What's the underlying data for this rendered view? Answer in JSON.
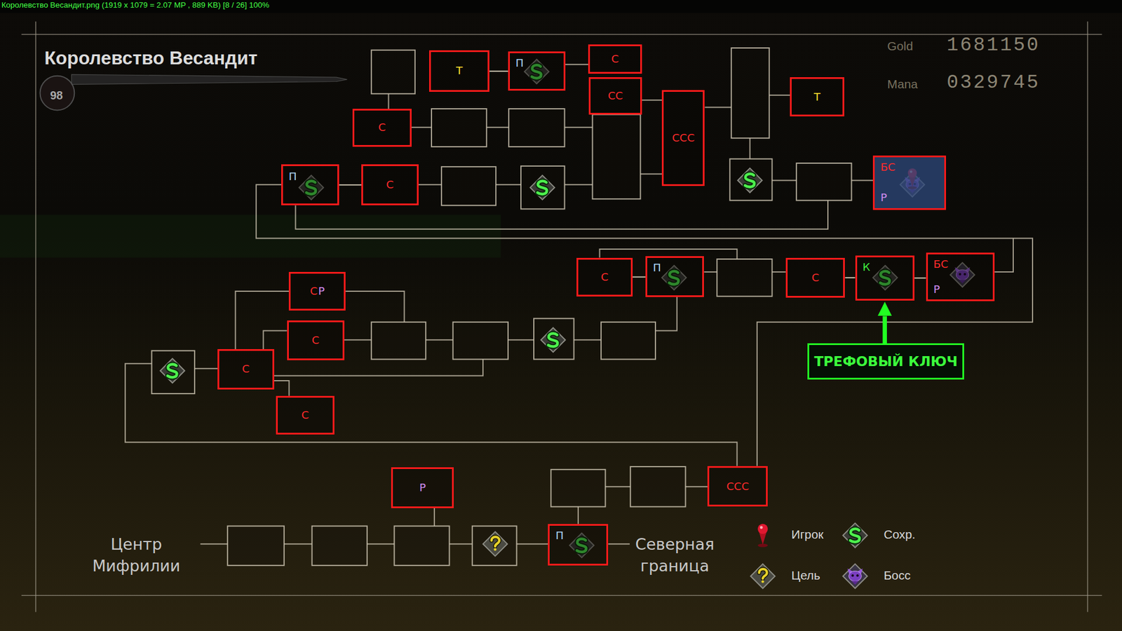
{
  "diagram": {
    "title": "Королевство Весандит",
    "nodes": [
      {
        "text": [
          "Т"
        ]
      },
      {
        "text": [
          "П"
        ]
      },
      {
        "text": [
          "С"
        ]
      },
      {
        "text": [
          "СС"
        ]
      },
      {
        "text": [
          "Т"
        ]
      },
      {
        "text": [
          "ССС"
        ]
      },
      {
        "text": [
          "С"
        ]
      },
      {
        "text": [
          "П"
        ]
      },
      {
        "text": [
          "С"
        ]
      },
      {
        "text": [
          "БС",
          "Р"
        ]
      },
      {
        "text": [
          "С"
        ]
      },
      {
        "text": [
          "П"
        ]
      },
      {
        "text": [
          "С"
        ]
      },
      {
        "text": [
          "К"
        ]
      },
      {
        "text": [
          "БС",
          "Р"
        ]
      },
      {
        "text": [
          "С",
          "Р"
        ]
      },
      {
        "text": [
          "С"
        ]
      },
      {
        "text": [
          "ТРЕФОВЫЙ КЛЮЧ"
        ]
      },
      {
        "text": [
          "С"
        ]
      },
      {
        "text": [
          "С"
        ]
      },
      {
        "text": [
          "Р"
        ]
      },
      {
        "text": [
          "ССС"
        ]
      },
      {
        "text": [
          "П"
        ]
      }
    ],
    "edges": [
      {
        "from": 0,
        "to": 1,
        "arrow": "none"
      },
      {
        "from": 7,
        "to": 8,
        "arrow": "none"
      },
      {
        "from": 10,
        "to": 11,
        "arrow": "none"
      },
      {
        "from": 12,
        "to": 13,
        "arrow": "none"
      },
      {
        "from": 13,
        "to": 14,
        "arrow": "none"
      },
      {
        "from": 17,
        "to": 13,
        "arrow": "to"
      }
    ],
    "labels": [
      "Королевство Весандит.png  (1919 x 1079 = 2.07 MP , 889 KB)  [8 / 26]   100%",
      "98",
      "Gold",
      "1681150",
      "Mana",
      "0329745",
      "Центр Мифрилии",
      "Северная граница"
    ],
    "legend": [
      {
        "text": "Игрок"
      },
      {
        "text": "Сохр."
      },
      {
        "text": "Цель"
      },
      {
        "text": "Босс"
      }
    ]
  }
}
